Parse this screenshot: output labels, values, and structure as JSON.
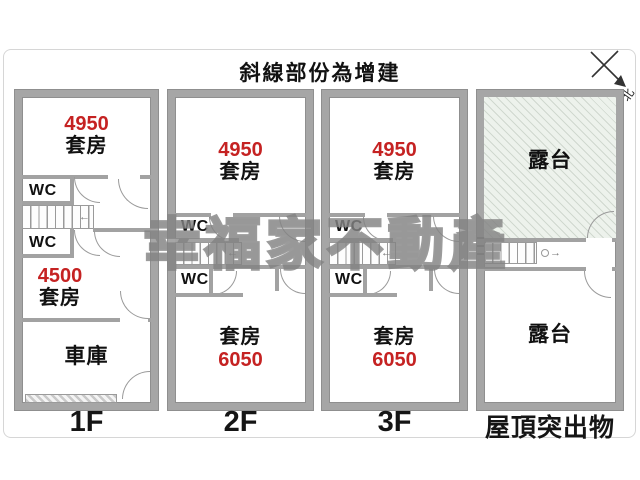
{
  "page": {
    "title": "斜線部份為增建",
    "watermark": "幸福家不動產",
    "compass": "北"
  },
  "colors": {
    "wall": "#a6a6a6",
    "area_number_red": "#c52222",
    "terrace_hatch_bg": "#edf2ec"
  },
  "floors": [
    {
      "label": "1F",
      "suite_top": {
        "area": "4950",
        "name": "套房"
      },
      "wc_upper": "WC",
      "wc_lower": "WC",
      "suite_mid": {
        "area": "4500",
        "name": "套房"
      },
      "garage": "車庫"
    },
    {
      "label": "2F",
      "suite_top": {
        "area": "4950",
        "name": "套房"
      },
      "wc_upper": "WC",
      "wc_lower": "WC",
      "suite_bottom": {
        "name": "套房",
        "area": "6050"
      }
    },
    {
      "label": "3F",
      "suite_top": {
        "area": "4950",
        "name": "套房"
      },
      "wc_upper": "WC",
      "wc_lower": "WC",
      "suite_bottom": {
        "name": "套房",
        "area": "6050"
      }
    },
    {
      "label": "屋頂突出物",
      "terrace_top": "露台",
      "terrace_bottom": "露台"
    }
  ]
}
